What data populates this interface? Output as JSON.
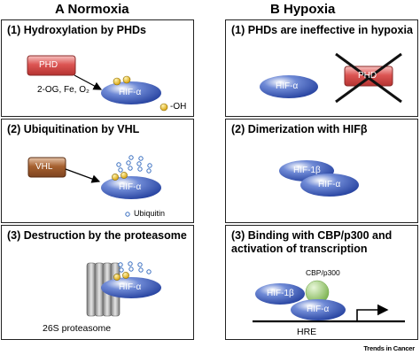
{
  "columns": {
    "left_title": "A  Normoxia",
    "right_title": "B  Hypoxia"
  },
  "panels": {
    "a1": {
      "title": "(1) Hydroxylation by PHDs",
      "enzyme": "PHD",
      "cofactors": "2-OG, Fe, O₂",
      "protein": "HIF-α",
      "legend": "-OH"
    },
    "a2": {
      "title": "(2) Ubiquitination by VHL",
      "enzyme": "VHL",
      "protein": "HIF-α",
      "legend": "Ubiquitin"
    },
    "a3": {
      "title": "(3) Destruction by the proteasome",
      "protein": "HIF-α",
      "complex": "26S proteasome"
    },
    "b1": {
      "title": "(1) PHDs are ineffective in hypoxia",
      "protein": "HIF-α",
      "enzyme": "PHD"
    },
    "b2": {
      "title": "(2) Dimerization with HIFβ",
      "partner": "HIF-1β",
      "protein": "HIF-α"
    },
    "b3": {
      "title": "(3) Binding with CBP/p300 and activation of transcription",
      "coactivator": "CBP/p300",
      "partner": "HIF-1β",
      "protein": "HIF-α",
      "dna_element": "HRE"
    }
  },
  "colors": {
    "hif_blue": "#2a4aa8",
    "phd_red": "#d9504f",
    "vhl_brown": "#a0582c",
    "hydroxyl_yellow": "#f0c020",
    "ubiquitin_blue": "#3a6fc0",
    "cbp_green": "#8cc060",
    "cross_black": "#111111"
  },
  "attribution": "Trends in Cancer"
}
